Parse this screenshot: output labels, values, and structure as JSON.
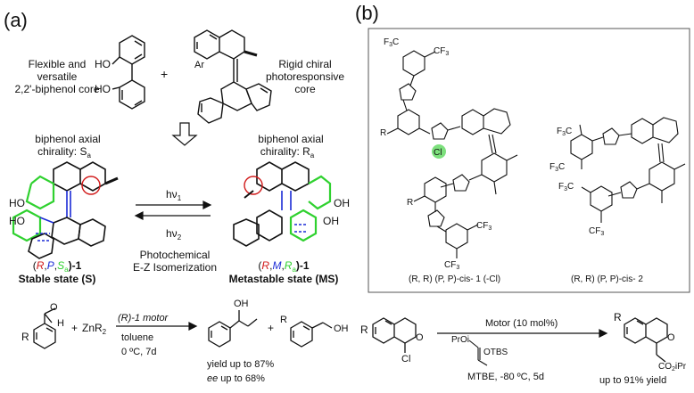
{
  "panel_a": {
    "label": "(a)",
    "flexible_core": [
      "Flexible and",
      "versatile",
      "2,2'-biphenol core"
    ],
    "rigid_core": [
      "Rigid chiral",
      "photoresponsive",
      "core"
    ],
    "plus": "+",
    "biphenol_left": [
      "biphenol axial",
      "chirality: S"
    ],
    "biphenol_left_sub": "a",
    "biphenol_right": [
      "biphenol axial",
      "chirality: R"
    ],
    "biphenol_right_sub": "a",
    "hv1": "hν",
    "hv1_sub": "1",
    "hv2": "hν",
    "hv2_sub": "2",
    "photochem": [
      "Photochemical",
      "E-Z Isomerization"
    ],
    "stable_label": {
      "open": "(",
      "r": "R",
      "c1": ",",
      "p": "P",
      "c2": ",",
      "s": "S",
      "s_sub": "a",
      "close": ")-1"
    },
    "stable_state": "Stable state (S)",
    "meta_label": {
      "open": "(",
      "r": "R",
      "c1": ",",
      "m": "M",
      "c2": ",",
      "rr": "R",
      "r_sub": "a",
      "close": ")-1"
    },
    "meta_state": "Metastable state (MS)",
    "ho_labels": [
      "HO",
      "HO",
      "OH",
      "OH"
    ],
    "ar": "Ar",
    "ho_top": [
      "HO",
      "HO"
    ],
    "rxn": {
      "r": "R",
      "h": "H",
      "o": "O",
      "plus1": "+",
      "znr2": "ZnR",
      "znr2_sub": "2",
      "catalyst": "(R)-1 motor",
      "solvent": "toluene",
      "conditions": "0 ºC, 7d",
      "oh": "OH",
      "oh2": "OH",
      "plus2": "+",
      "r_arom": "R",
      "yield": "yield up to 87%",
      "ee_label": "ee",
      "ee_rest": " up to 68%"
    }
  },
  "panel_b": {
    "label": "(b)",
    "cf3": "CF",
    "f3c": "F",
    "r": "R",
    "cl": "Cl",
    "cap1": "(R, R) (P, P)-cis- 1 (-Cl)",
    "cap2": "(R, R) (P, P)-cis- 2",
    "rxn": {
      "r": "R",
      "o": "O",
      "cl": "Cl",
      "catalyst": "Motor (10 mol%)",
      "reagent1": "PrOi",
      "reagent2": "OTBS",
      "conditions": "MTBE, -80 ºC, 5d",
      "product_r": "R",
      "product_o": "O",
      "product_ester": "CO",
      "product_ester_rest": "iPr",
      "yield": "up to 91% yield"
    }
  },
  "colors": {
    "red": "#d11a1a",
    "blue": "#1b2bd6",
    "green": "#2fd12f",
    "green_highlight": "#7de07d"
  }
}
